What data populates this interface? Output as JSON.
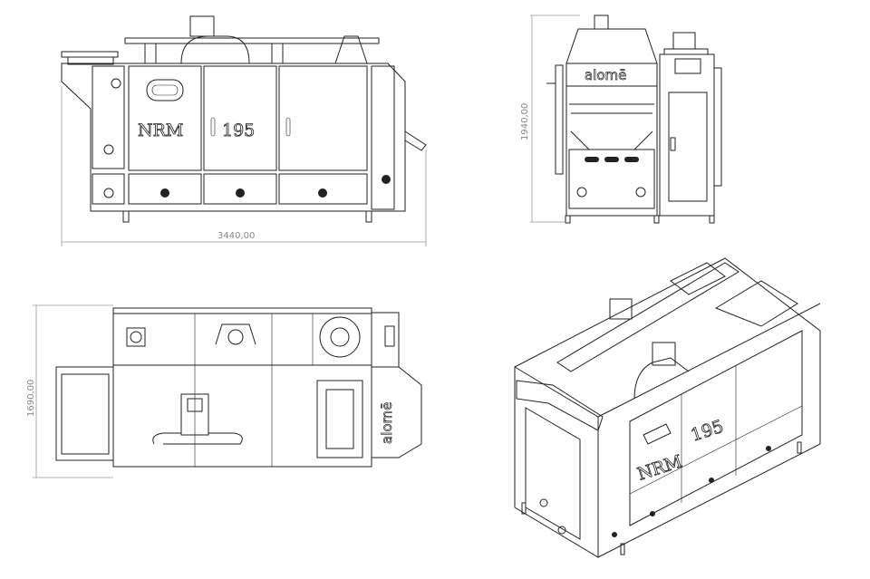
{
  "drawing": {
    "front_view": {
      "label_model": "NRM",
      "label_number": "195",
      "dimension_width": "3440,00"
    },
    "side_view": {
      "logo": "alomē",
      "dimension_height": "1940,00"
    },
    "top_view": {
      "logo": "alomē",
      "dimension_depth": "1690,00"
    },
    "isometric_view": {
      "label_model": "NRM",
      "label_number": "195"
    }
  },
  "colors": {
    "line": "#222222",
    "dimension": "#999999"
  }
}
